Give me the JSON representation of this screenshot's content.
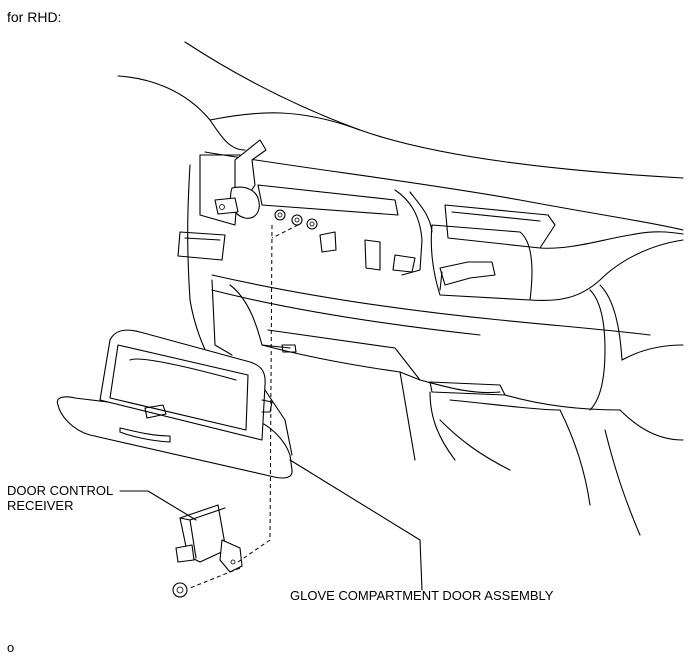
{
  "diagram": {
    "heading": "for RHD:",
    "labels": {
      "door_control_receiver": "DOOR CONTROL\nRECEIVER",
      "glove_compartment": "GLOVE COMPARTMENT DOOR ASSEMBLY"
    },
    "footer_code": "o"
  }
}
